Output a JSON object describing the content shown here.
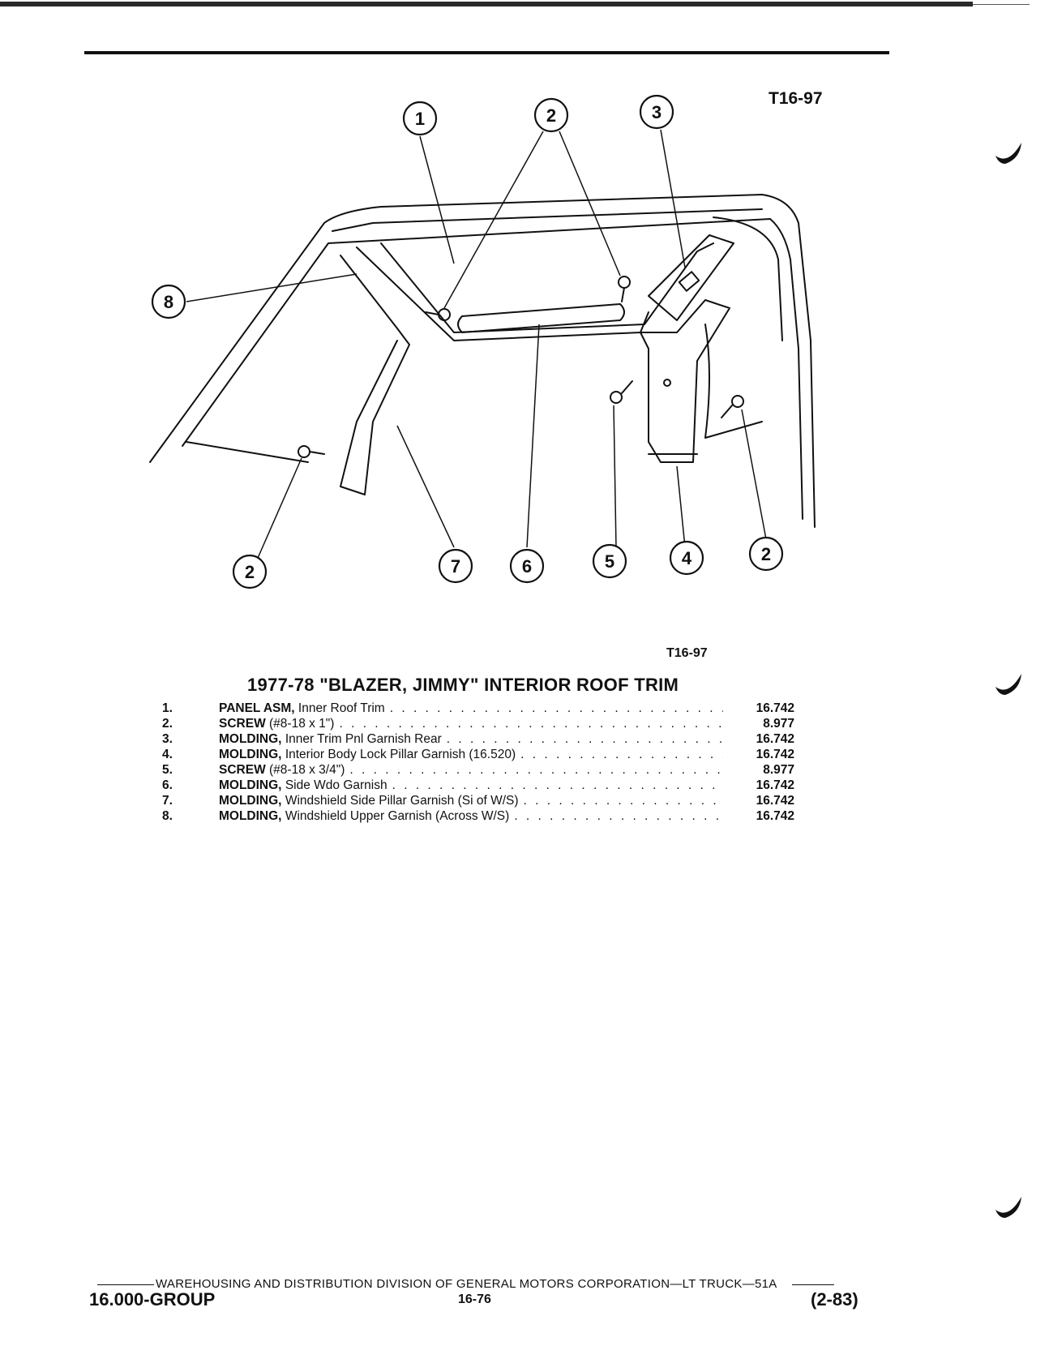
{
  "figure": {
    "code_top": "T16-97",
    "code_bottom": "T16-97",
    "callouts": [
      "1",
      "2",
      "3",
      "8",
      "2",
      "7",
      "6",
      "5",
      "4",
      "2"
    ]
  },
  "title": "1977-78 \"BLAZER, JIMMY\" INTERIOR ROOF TRIM",
  "parts": [
    {
      "num": "1.",
      "name": "PANEL ASM,",
      "detail": "Inner Roof Trim",
      "ref": "16.742"
    },
    {
      "num": "2.",
      "name": "SCREW",
      "detail": "(#8-18 x 1\")",
      "ref": "8.977"
    },
    {
      "num": "3.",
      "name": "MOLDING,",
      "detail": "Inner Trim Pnl Garnish Rear",
      "ref": "16.742"
    },
    {
      "num": "4.",
      "name": "MOLDING,",
      "detail": "Interior Body Lock Pillar Garnish (16.520)",
      "ref": "16.742"
    },
    {
      "num": "5.",
      "name": "SCREW",
      "detail": "(#8-18 x 3/4\")",
      "ref": "8.977"
    },
    {
      "num": "6.",
      "name": "MOLDING,",
      "detail": "Side Wdo Garnish",
      "ref": "16.742"
    },
    {
      "num": "7.",
      "name": "MOLDING,",
      "detail": "Windshield Side Pillar Garnish (Si of W/S)",
      "ref": "16.742"
    },
    {
      "num": "8.",
      "name": "MOLDING,",
      "detail": "Windshield Upper Garnish (Across W/S)",
      "ref": "16.742"
    }
  ],
  "footer": {
    "line": "WAREHOUSING AND DISTRIBUTION  DIVISION OF GENERAL MOTORS CORPORATION—LT TRUCK—51A",
    "group": "16.000-GROUP",
    "page": "16-76",
    "date": "(2-83)"
  }
}
